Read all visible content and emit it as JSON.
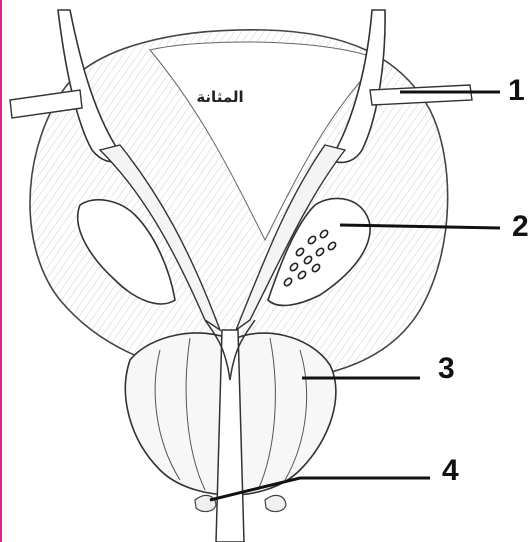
{
  "diagram": {
    "bladder_label": "المثانة",
    "callouts": [
      {
        "id": "1",
        "label": "1"
      },
      {
        "id": "2",
        "label": "2"
      },
      {
        "id": "3",
        "label": "3"
      },
      {
        "id": "4",
        "label": "4"
      }
    ]
  }
}
